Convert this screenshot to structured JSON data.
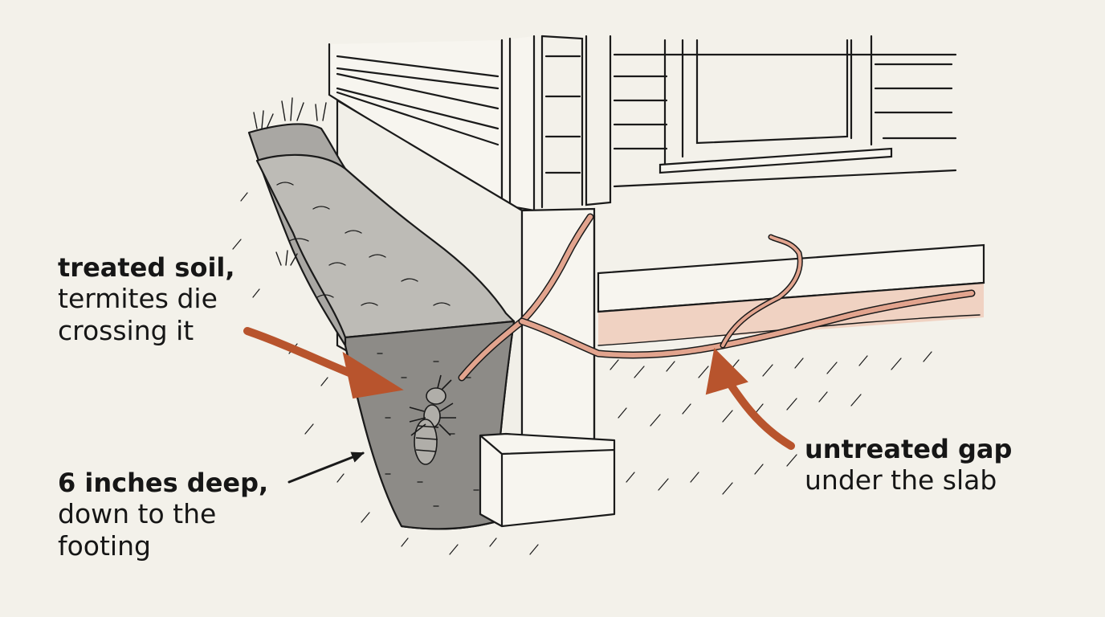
{
  "labels": {
    "treated_soil": {
      "bold": "treated soil,",
      "line1": "termites die",
      "line2": "crossing it"
    },
    "depth": {
      "bold": "6 inches deep,",
      "line1": "down to the",
      "line2": "footing"
    },
    "untreated_gap": {
      "bold": "untreated gap",
      "line1": "under the slab"
    }
  },
  "colors": {
    "background": "#f3f1ea",
    "ink": "#1a1a1a",
    "treated_soil": "#a9a7a3",
    "treated_soil_deep": "#8d8b87",
    "concrete": "#f7f5ef",
    "termite_tunnel": "#e2a48e",
    "callout_arrow": "#b8542d"
  },
  "icons": {
    "termite": "termite-icon"
  }
}
